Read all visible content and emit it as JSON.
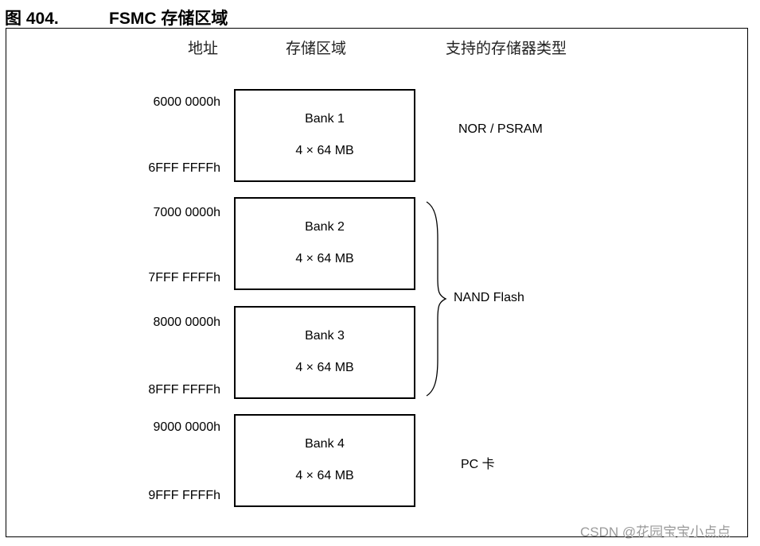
{
  "figure": {
    "number": "图 404.",
    "title": "FSMC 存储区域"
  },
  "headers": {
    "address": "地址",
    "region": "存储区域",
    "memory_types": "支持的存储器类型"
  },
  "banks": [
    {
      "name": "Bank 1",
      "size": "4 × 64 MB",
      "start": "6000 0000h",
      "end": "6FFF FFFFh"
    },
    {
      "name": "Bank 2",
      "size": "4 × 64 MB",
      "start": "7000 0000h",
      "end": "7FFF FFFFh"
    },
    {
      "name": "Bank 3",
      "size": "4 × 64 MB",
      "start": "8000 0000h",
      "end": "8FFF FFFFh"
    },
    {
      "name": "Bank 4",
      "size": "4 × 64 MB",
      "start": "9000 0000h",
      "end": "9FFF FFFFh"
    }
  ],
  "memory_types": {
    "bank1": "NOR /  PSRAM",
    "bank2_3": "NAND Flash",
    "bank4": "PC 卡"
  },
  "watermark": "CSDN @花园宝宝小点点"
}
